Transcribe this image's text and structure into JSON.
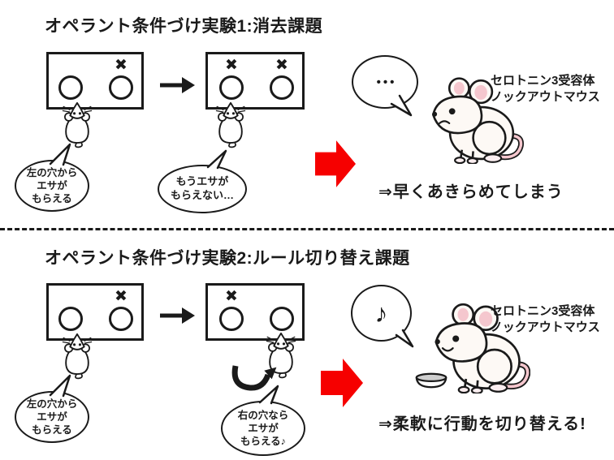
{
  "colors": {
    "ink": "#1a1a1a",
    "red": "#f60000",
    "pink": "#f5c7ce",
    "fur": "#fdf9f5",
    "bowl_gray": "#cfcfcf"
  },
  "symbols": {
    "x_mark": "✖",
    "dots": "•••",
    "note": "♪"
  },
  "experiment1": {
    "title": "オペラント条件づけ実験1:消去課題",
    "bubble_before": "左の穴から\nエサが\nもらえる",
    "bubble_after": "もうエサが\nもらえない…",
    "mouse_label": "セロトニン3受容体\nノックアウトマウス",
    "conclusion": "⇒早くあきらめてしまう"
  },
  "experiment2": {
    "title": "オペラント条件づけ実験2:ルール切り替え課題",
    "bubble_before": "左の穴から\nエサが\nもらえる",
    "bubble_after": "右の穴なら\nエサが\nもらえる♪",
    "mouse_label": "セロトニン3受容体\nノックアウトマウス",
    "conclusion": "⇒柔軟に行動を切り替える!"
  }
}
